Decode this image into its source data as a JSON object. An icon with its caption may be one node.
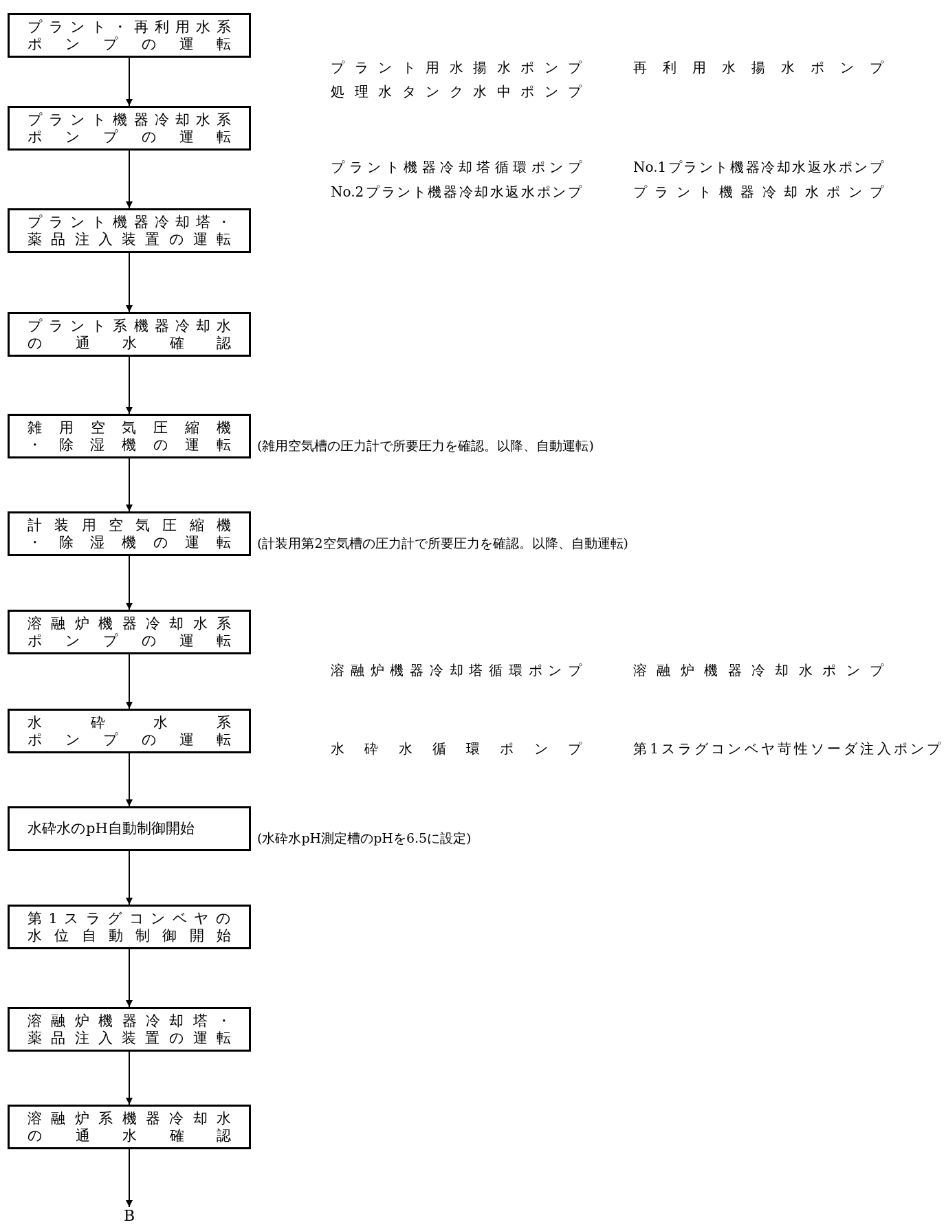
{
  "diagram": {
    "nodes": [
      {
        "text": [
          "プラント・再利用水系ポンプの運転"
        ]
      },
      {
        "text": [
          "プラント機器冷却水系ポンプの運転"
        ]
      },
      {
        "text": [
          "プラント機器冷却塔・薬品注入装置の運転"
        ]
      },
      {
        "text": [
          "プラント系機器冷却水の通水確認"
        ]
      },
      {
        "text": [
          "雑用空気圧縮機・除湿機の運転"
        ],
        "beside": [
          "(雑用空気槽の圧力計で所要圧力を確認。以降、自動運転)"
        ]
      },
      {
        "text": [
          "計装用空気圧縮機・除湿機の運転"
        ],
        "beside": [
          "(計装用第2空気槽の圧力計で所要圧力を確認。以降、自動運転)"
        ]
      },
      {
        "text": [
          "溶融炉機器冷却水系ポンプの運転"
        ]
      },
      {
        "text": [
          "水砕水系ポンプの運転"
        ]
      },
      {
        "text": [
          "水砕水のpH自動制御開始"
        ],
        "beside": [
          "(水砕水pH測定槽のpHを6.5に設定)"
        ]
      },
      {
        "text": [
          "第1スラグコンベヤの水位自動制御開始"
        ]
      },
      {
        "text": [
          "溶融炉機器冷却塔・薬品注入装置の運転"
        ]
      },
      {
        "text": [
          "溶融炉系機器冷却水の通水確認"
        ]
      },
      {
        "text": [
          "B"
        ]
      }
    ],
    "edges": [
      {
        "from": 0,
        "to": 1,
        "arrow": "to"
      },
      {
        "from": 1,
        "to": 2,
        "arrow": "to"
      },
      {
        "from": 2,
        "to": 3,
        "arrow": "to"
      },
      {
        "from": 3,
        "to": 4,
        "arrow": "to"
      },
      {
        "from": 4,
        "to": 5,
        "arrow": "to"
      },
      {
        "from": 5,
        "to": 6,
        "arrow": "to"
      },
      {
        "from": 6,
        "to": 7,
        "arrow": "to"
      },
      {
        "from": 7,
        "to": 8,
        "arrow": "to"
      },
      {
        "from": 8,
        "to": 9,
        "arrow": "to"
      },
      {
        "from": 9,
        "to": 10,
        "arrow": "to"
      },
      {
        "from": 10,
        "to": 11,
        "arrow": "to"
      },
      {
        "from": 11,
        "to": 12,
        "arrow": "to"
      }
    ],
    "labels": [
      "プラント用水揚水ポンプ",
      "再利用水揚水ポンプ",
      "処理水タンク水中ポンプ",
      "プラント機器冷却塔循環ポンプ",
      "No.1プラント機器冷却水返水ポンプ",
      "No.2プラント機器冷却水返水ポンプ",
      "プラント機器冷却水ポンプ",
      "溶融炉機器冷却塔循環ポンプ",
      "溶融炉機器冷却水ポンプ",
      "水砕水循環ポンプ",
      "第1スラグコンベヤ苛性ソーダ注入ポンプ"
    ]
  }
}
